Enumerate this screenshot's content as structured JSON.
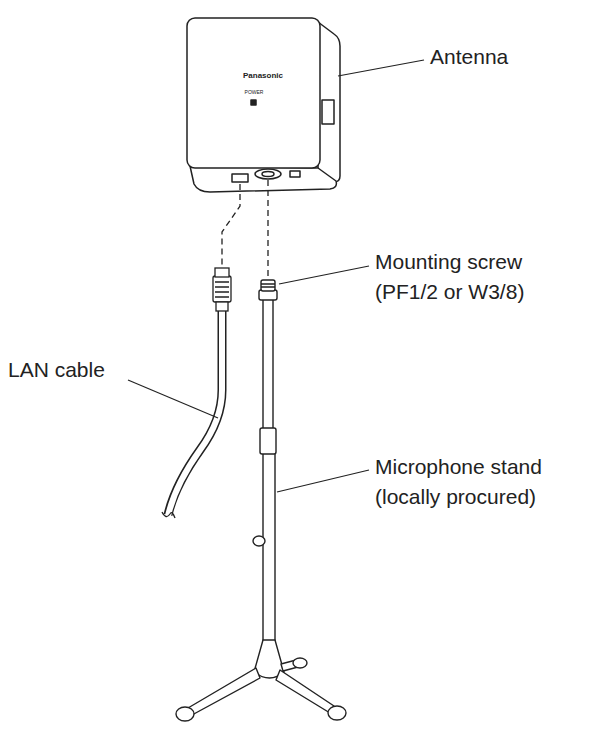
{
  "diagram": {
    "labels": [
      "Panasonic",
      "POWER",
      "Antenna",
      "Mounting screw (PF1/2 or W3/8)",
      "LAN cable",
      "Microphone stand (locally procured)"
    ]
  }
}
